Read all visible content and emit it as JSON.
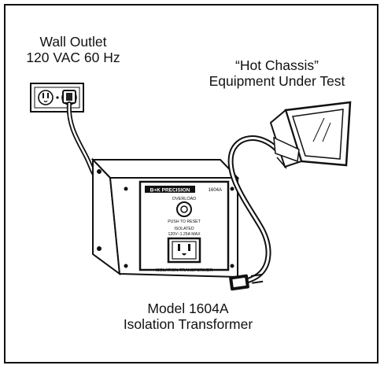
{
  "wall_outlet": {
    "line1": "Wall Outlet",
    "line2": "120 VAC 60 Hz"
  },
  "equipment": {
    "line1": "“Hot Chassis”",
    "line2": "Equipment Under Test"
  },
  "model": {
    "line1": "Model 1604A",
    "line2": "Isolation Transformer"
  },
  "panel": {
    "brand": "B+K PRECISION",
    "model_no": "1604A",
    "overload": "OVERLOAD",
    "push_to_reset": "PUSH TO RESET",
    "isolated": "ISOLATED",
    "rating": "120V~1.25A MAX",
    "footer": "ISOLATION TRANSFORMER"
  }
}
